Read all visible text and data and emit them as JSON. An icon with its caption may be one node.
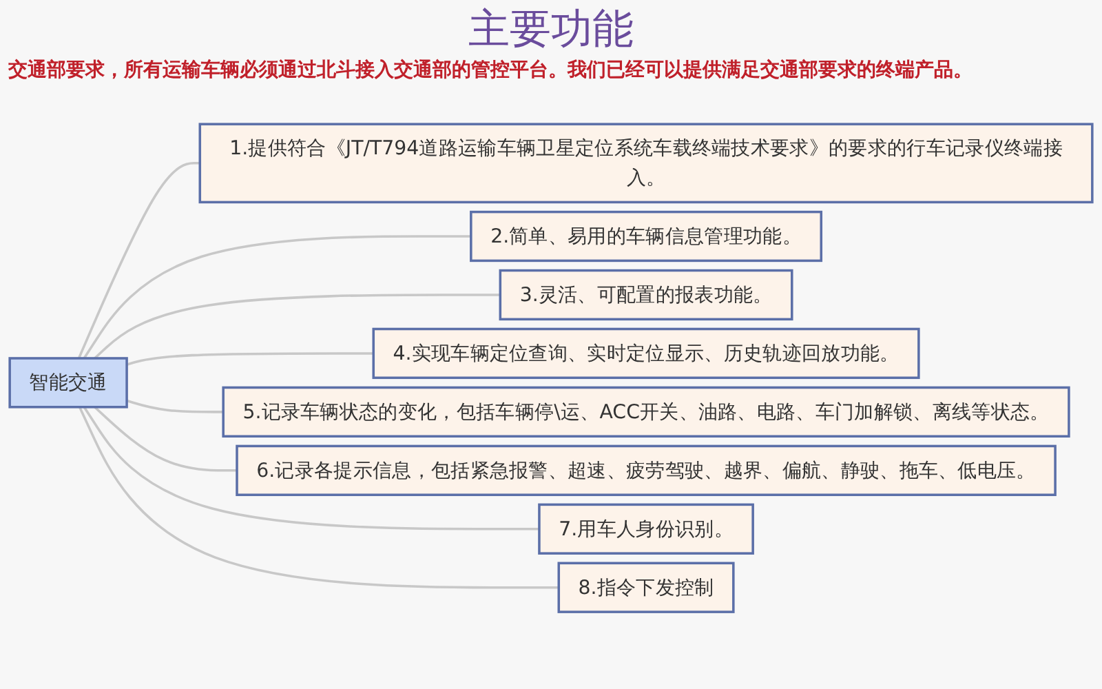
{
  "diagram": {
    "title": "主要功能",
    "nodes": [
      {
        "text": [
          "智能交通"
        ]
      },
      {
        "text": [
          "1.提供符合《JT/T794道路运输车辆卫星定位系统车载终端技术要求》的要求的行车记录仪终端接入。"
        ]
      },
      {
        "text": [
          "2.简单、易用的车辆信息管理功能。"
        ]
      },
      {
        "text": [
          "3.灵活、可配置的报表功能。"
        ]
      },
      {
        "text": [
          "4.实现车辆定位查询、实时定位显示、历史轨迹回放功能。"
        ]
      },
      {
        "text": [
          "5.记录车辆状态的变化，包括车辆停\\运、ACC开关、油路、电路、车门加解锁、离线等状态。"
        ]
      },
      {
        "text": [
          "6.记录各提示信息，包括紧急报警、超速、疲劳驾驶、越界、偏航、静驶、拖车、低电压。"
        ]
      },
      {
        "text": [
          "7.用车人身份识别。"
        ]
      },
      {
        "text": [
          "8.指令下发控制"
        ]
      }
    ],
    "edges": [
      {
        "from": 0,
        "to": 1,
        "arrow": "none"
      },
      {
        "from": 0,
        "to": 2,
        "arrow": "none"
      },
      {
        "from": 0,
        "to": 3,
        "arrow": "none"
      },
      {
        "from": 0,
        "to": 4,
        "arrow": "none"
      },
      {
        "from": 0,
        "to": 5,
        "arrow": "none"
      },
      {
        "from": 0,
        "to": 6,
        "arrow": "none"
      },
      {
        "from": 0,
        "to": 7,
        "arrow": "none"
      },
      {
        "from": 0,
        "to": 8,
        "arrow": "none"
      }
    ],
    "labels": [
      "交通部要求，所有运输车辆必须通过北斗接入交通部的管控平台。我们已经可以提供满足交通部要求的终端产品。"
    ]
  }
}
